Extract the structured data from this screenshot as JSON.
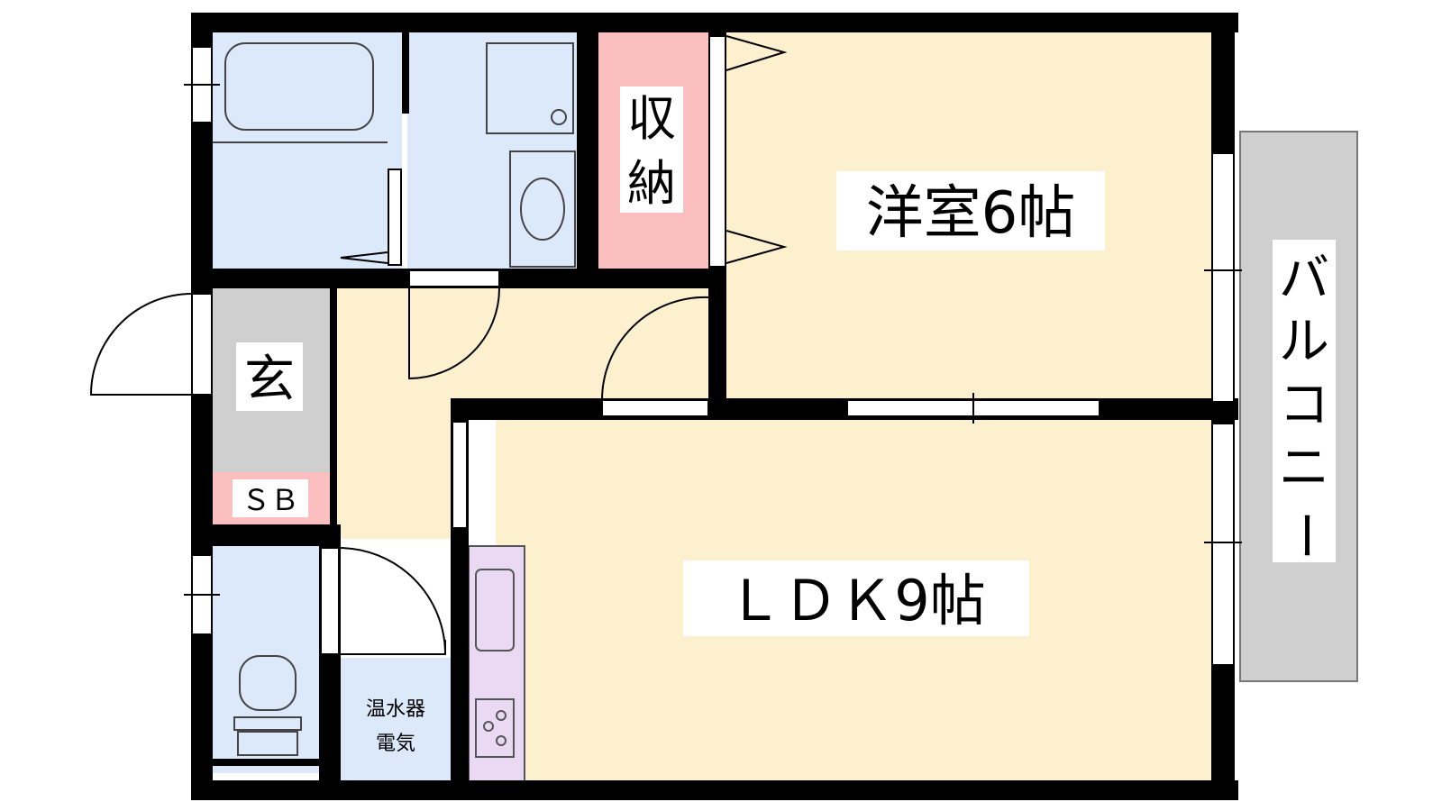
{
  "rooms": {
    "western_room": "洋室6帖",
    "ldk": "ＬＤＫ9帖",
    "storage": [
      "収",
      "納"
    ],
    "entrance": "玄",
    "shoe_box": "ＳＢ",
    "water_heater": [
      "温水器",
      "電気"
    ],
    "balcony": [
      "バ",
      "ル",
      "コ",
      "ニ",
      "ー"
    ]
  },
  "colors": {
    "wall": "#000000",
    "living_floor": "#fdf0cf",
    "wet_area": "#dbe9fb",
    "storage": "#fbbfbf",
    "entrance": "#cfcfcf",
    "kitchen": "#ead9f3",
    "balcony": "#cfcfcf"
  }
}
